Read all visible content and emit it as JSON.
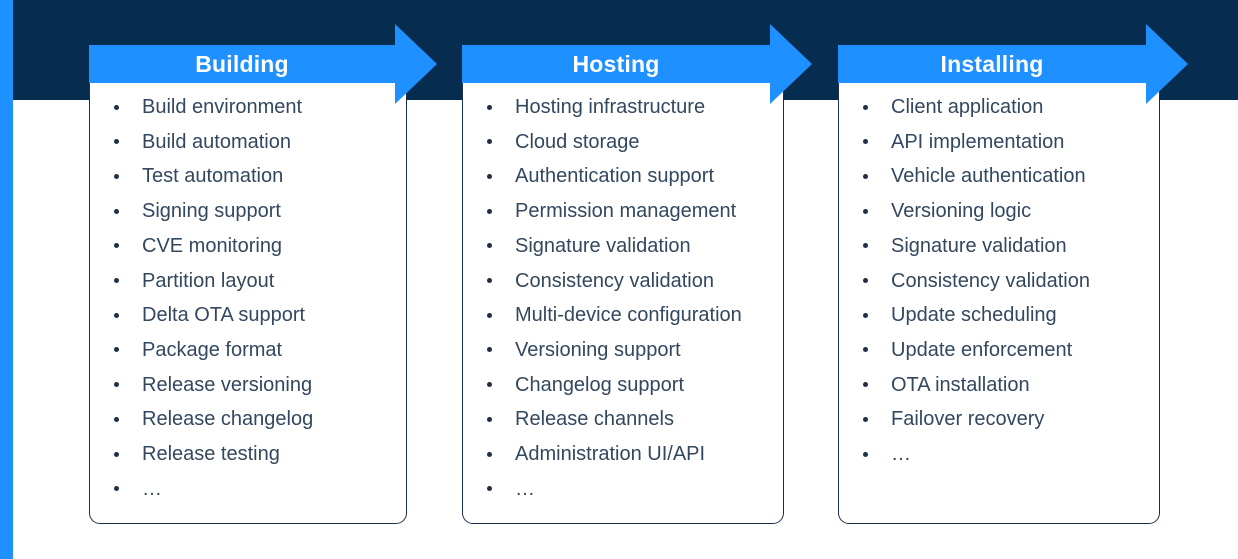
{
  "colors": {
    "accent_blue": "#1e90ff",
    "header_navy": "#062c4f",
    "card_border": "#1c2f4a",
    "item_text": "#33475e"
  },
  "columns": [
    {
      "title": "Building",
      "items": [
        "Build environment",
        "Build automation",
        "Test automation",
        "Signing support",
        "CVE monitoring",
        "Partition layout",
        "Delta OTA support",
        "Package format",
        "Release versioning",
        "Release changelog",
        "Release testing",
        "…"
      ]
    },
    {
      "title": "Hosting",
      "items": [
        "Hosting infrastructure",
        "Cloud storage",
        "Authentication support",
        "Permission management",
        "Signature validation",
        "Consistency validation",
        "Multi-device configuration",
        "Versioning support",
        "Changelog support",
        "Release channels",
        "Administration UI/API",
        "…"
      ]
    },
    {
      "title": "Installing",
      "items": [
        "Client application",
        "API implementation",
        "Vehicle authentication",
        "Versioning logic",
        "Signature validation",
        "Consistency validation",
        "Update scheduling",
        "Update enforcement",
        "OTA installation",
        "Failover recovery",
        "…"
      ]
    }
  ]
}
